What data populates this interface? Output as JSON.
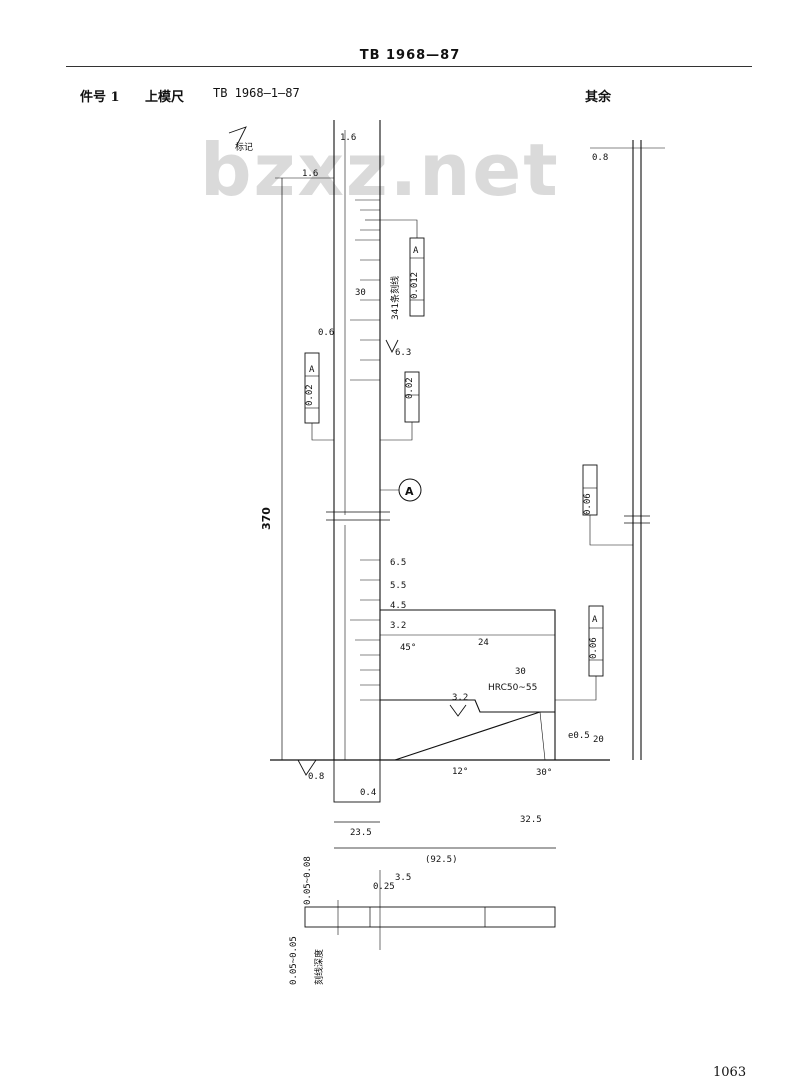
{
  "header": {
    "standard": "TB 1968—87"
  },
  "part": {
    "number_label": "件号 1",
    "name": "上模尺",
    "code": "TB 1968—1—87"
  },
  "roughness_rest": "其余",
  "watermark": "bzxz.net",
  "page_number": "1063",
  "drawing": {
    "dim_total_length": "370",
    "dim_bottom_width": "(92.5)",
    "dim_23_5": "23.5",
    "dim_24": "24",
    "dim_30": "30",
    "dim_32_5": "32.5",
    "dim_20": "20",
    "dim_e0_5": "e0.5",
    "dim_45deg": "45°",
    "dim_12deg": "12°",
    "dim_30deg": "30°",
    "dim_5_5": "5.5",
    "dim_4_5": "4.5",
    "dim_6_5": "6.5",
    "dim_3_2": "3.2",
    "dim_0_4": "0.4",
    "dim_0_6": "0.6",
    "dim_1_6": "1.6",
    "dim_3_5": "3.5",
    "dim_0_25": "0.25",
    "tol_parallel": "0.02",
    "tol_parallel_ref": "A",
    "tol_straight": "0.02",
    "tol_perp_top": "0.012",
    "tol_perp_top_ref": "A",
    "tol_perp_bottom": "0.06",
    "tol_perp_bottom_ref": "A",
    "tol_flat": "0.06",
    "datum_label": "A",
    "hrc": "HRC50~55",
    "scale_label": "341条刻线",
    "scale_30": "30",
    "rough_1_6": "1.6",
    "rough_0_8": "0.8",
    "rough_3_2": "3.2",
    "rough_6_3": "6.3",
    "mark_text": "标记",
    "bottom_dim_1": "0.05~0.05",
    "bottom_dim_2": "0.05~0.08",
    "bottom_note": "刻线深度",
    "rough_top_right": "0.8",
    "rough_top_right_2": "1.6"
  }
}
